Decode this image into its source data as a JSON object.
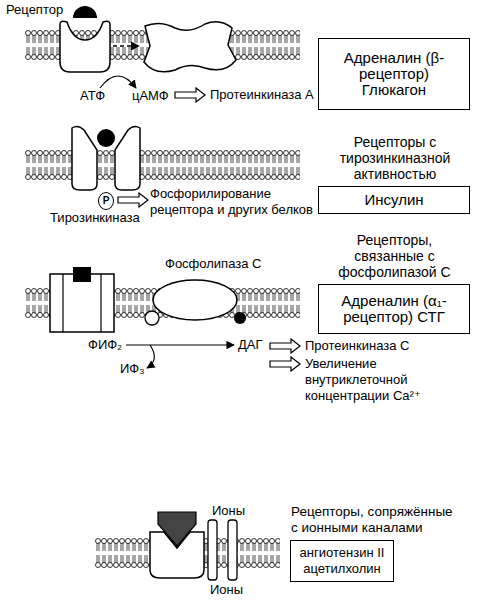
{
  "diagram": {
    "nodes": [
      {
        "text": [
          "Адреналин (β-рецептор) Глюкагон"
        ]
      },
      {
        "text": [
          "Рецепторы с тирозинкиназной активностью",
          "Инсулин"
        ]
      },
      {
        "text": [
          "P"
        ]
      },
      {
        "text": [
          "Рецепторы, связанные с фосфолипазой С",
          "Адреналин (α₁-рецептор) СТГ"
        ]
      },
      {
        "text": [
          "Рецепторы, сопряжённые с ионными каналами",
          "ангиотензин II ацетилхолин"
        ]
      }
    ],
    "labels": [
      "Рецептор",
      "АТФ",
      "цАМФ",
      "Протеинкиназа А",
      "Тирозинкиназа",
      "Фосфорилирование рецептора и других белков",
      "Фосфолипаза С",
      "ФИФ₂",
      "ДАГ",
      "ИФ₃",
      "Протеинкиназа С",
      "Увеличение внутриклеточной концентрации Ca²⁺",
      "Ионы",
      "Ионы"
    ]
  }
}
